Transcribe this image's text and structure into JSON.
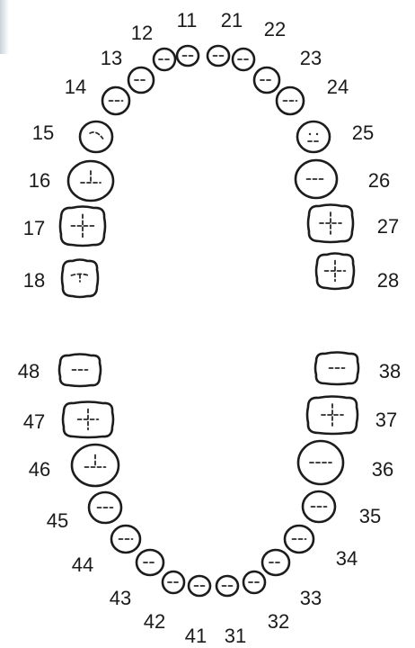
{
  "diagram": {
    "upper_arch": [
      {
        "number": "18"
      },
      {
        "number": "17"
      },
      {
        "number": "16"
      },
      {
        "number": "15"
      },
      {
        "number": "14"
      },
      {
        "number": "13"
      },
      {
        "number": "12"
      },
      {
        "number": "11"
      },
      {
        "number": "21"
      },
      {
        "number": "22"
      },
      {
        "number": "23"
      },
      {
        "number": "24"
      },
      {
        "number": "25"
      },
      {
        "number": "26"
      },
      {
        "number": "27"
      },
      {
        "number": "28"
      }
    ],
    "lower_arch": [
      {
        "number": "48"
      },
      {
        "number": "47"
      },
      {
        "number": "46"
      },
      {
        "number": "45"
      },
      {
        "number": "44"
      },
      {
        "number": "43"
      },
      {
        "number": "42"
      },
      {
        "number": "41"
      },
      {
        "number": "31"
      },
      {
        "number": "32"
      },
      {
        "number": "33"
      },
      {
        "number": "34"
      },
      {
        "number": "35"
      },
      {
        "number": "36"
      },
      {
        "number": "37"
      },
      {
        "number": "38"
      }
    ],
    "colors": {
      "outline": "#1c1c1c",
      "text": "#1a1a1a",
      "background": "#ffffff"
    }
  }
}
